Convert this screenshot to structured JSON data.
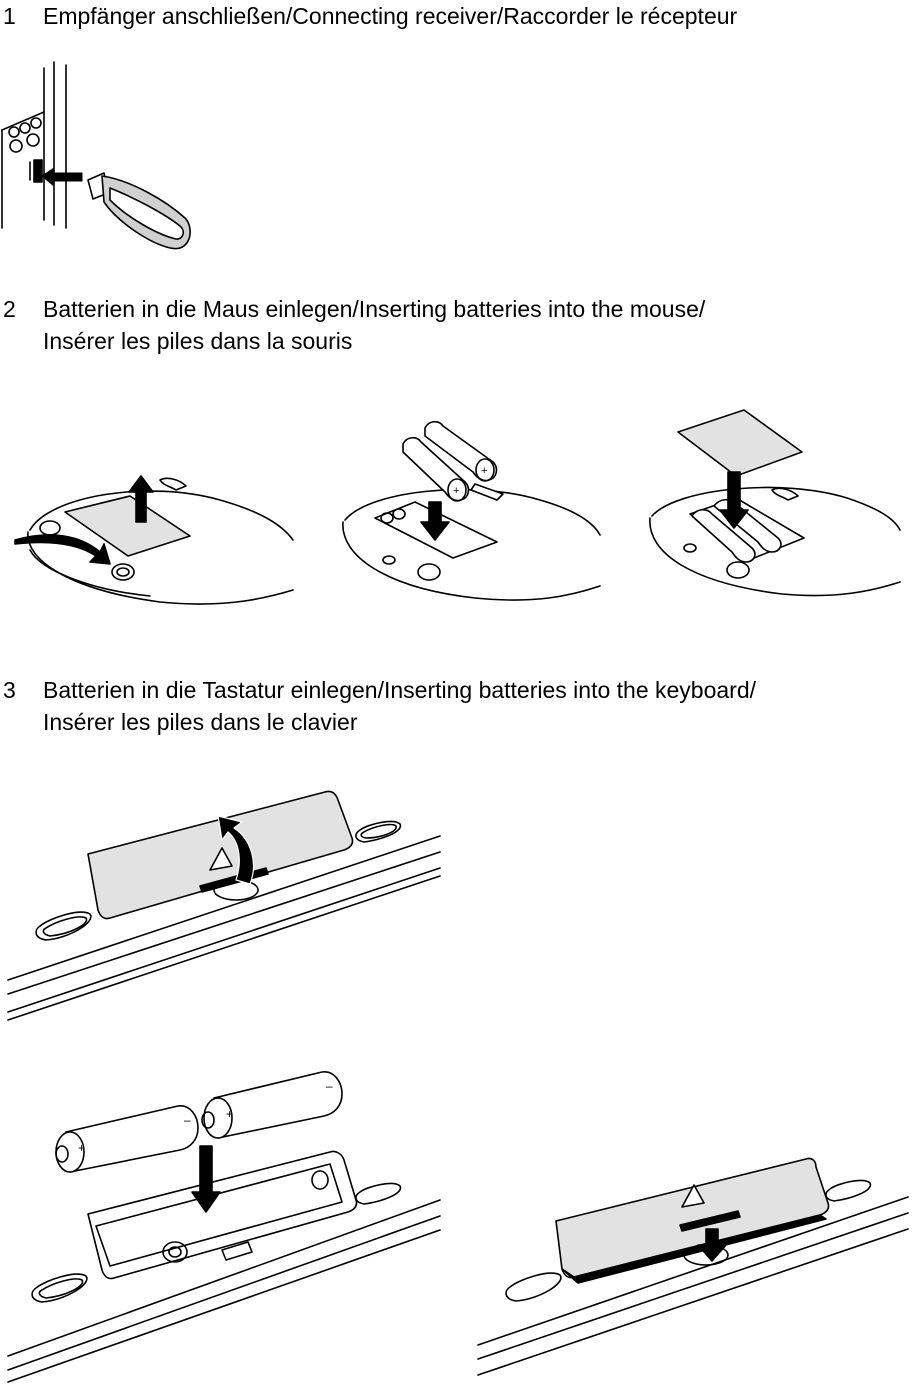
{
  "steps": [
    {
      "number": "1",
      "text": [
        "Empfänger anschließen/Connecting receiver/Raccorder le récepteur"
      ]
    },
    {
      "number": "2",
      "text": [
        "Batterien in die Maus einlegen/Inserting batteries into the mouse/",
        "Insérer les piles dans la souris"
      ]
    },
    {
      "number": "3",
      "text": [
        "Batterien in die Tastatur einlegen/Inserting batteries into the keyboard/",
        "Insérer les piles dans le clavier"
      ]
    }
  ],
  "battery_marks": {
    "plus": "+",
    "minus": "–"
  },
  "colors": {
    "line": "#000000",
    "panel_fill": "#e2e2e2",
    "usb_fill": "#d0d0d0",
    "background": "#ffffff"
  }
}
